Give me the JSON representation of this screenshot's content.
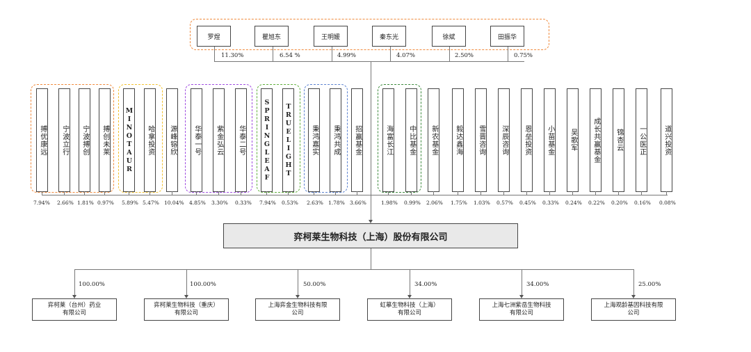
{
  "top_shareholders": [
    {
      "name": "罗煜",
      "pct": "11.30%"
    },
    {
      "name": "瞿旭东",
      "pct": "6.54 %"
    },
    {
      "name": "王明媛",
      "pct": "4.99%"
    },
    {
      "name": "秦东光",
      "pct": "4.07%"
    },
    {
      "name": "徐斌",
      "pct": "2.50%"
    },
    {
      "name": "田振华",
      "pct": "0.75%"
    }
  ],
  "shareholders": [
    {
      "name": "搏优康远",
      "pct": "7.94%"
    },
    {
      "name": "宁波立行",
      "pct": "2.66%"
    },
    {
      "name": "宁波搏创",
      "pct": "1.81%"
    },
    {
      "name": "搏创未莱",
      "pct": "0.97%"
    },
    {
      "name": "MINOTAUR",
      "pct": "5.89%"
    },
    {
      "name": "哈拿投资",
      "pct": "5.47%"
    },
    {
      "name": "源峰镕欣",
      "pct": "10.04%"
    },
    {
      "name": "华泰一号",
      "pct": "4.85%"
    },
    {
      "name": "紫金弘云",
      "pct": "3.30%"
    },
    {
      "name": "华泰二号",
      "pct": "0.33%"
    },
    {
      "name": "SPRINGLEAF",
      "pct": "7.94%"
    },
    {
      "name": "TRUELIGHT",
      "pct": "0.53%"
    },
    {
      "name": "秉鸿嘉实",
      "pct": "2.63%"
    },
    {
      "name": "秉鸿共成",
      "pct": "1.78%"
    },
    {
      "name": "招赢基金",
      "pct": "3.66%"
    },
    {
      "name": "海富长江",
      "pct": "1.98%"
    },
    {
      "name": "中比基金",
      "pct": "0.99%"
    },
    {
      "name": "新农基金",
      "pct": "2.06%"
    },
    {
      "name": "毅达鑫海",
      "pct": "1.75%"
    },
    {
      "name": "雪晋咨询",
      "pct": "1.03%"
    },
    {
      "name": "深辰咨询",
      "pct": "0.57%"
    },
    {
      "name": "恩垒投资",
      "pct": "0.45%"
    },
    {
      "name": "小苗基金",
      "pct": "0.33%"
    },
    {
      "name": "吴歌军",
      "pct": "0.24%"
    },
    {
      "name": "成长共赢基金",
      "pct": "0.22%"
    },
    {
      "name": "锦杏云",
      "pct": "0.20%"
    },
    {
      "name": "一公医正",
      "pct": "0.16%"
    },
    {
      "name": "道兴投资",
      "pct": "0.08%"
    }
  ],
  "company": {
    "name": "弈柯莱生物科技（上海）股份有限公司"
  },
  "subsidiaries": [
    {
      "name": "弈柯莱（台州）药业\n有限公司",
      "pct": "100.00%"
    },
    {
      "name": "弈柯莱生物科技（重庆）\n有限公司",
      "pct": "100.00%"
    },
    {
      "name": "上海弈金生物科技有限\n公司",
      "pct": "50.00%"
    },
    {
      "name": "虹摹生物科技（上海）\n有限公司",
      "pct": "34.00%"
    },
    {
      "name": "上海七洲紫岳生物科技\n有限公司",
      "pct": "34.00%"
    },
    {
      "name": "上海观龄基因科技有限\n公司",
      "pct": "25.00%"
    }
  ],
  "colors": {
    "group_orange": "#f08a3c",
    "group_yellow": "#f2c12e",
    "group_purple": "#a04de0",
    "group_green": "#5fae3a",
    "group_blue": "#5b82d0",
    "group_darkgreen": "#3c8a3c",
    "company_fill": "#e9e9e9"
  }
}
